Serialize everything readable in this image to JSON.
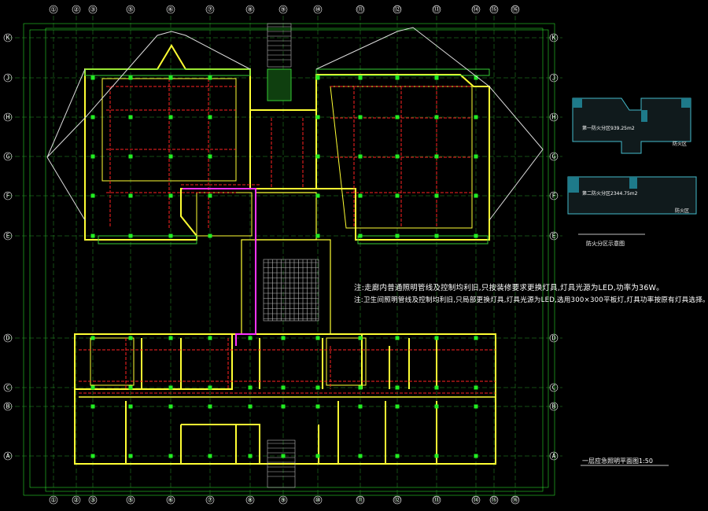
{
  "grid": {
    "columns": [
      "①",
      "②",
      "③",
      "⑤",
      "⑥",
      "⑦",
      "⑧",
      "⑨",
      "⑩",
      "⑪",
      "⑫",
      "⑬",
      "⑭",
      "⑮",
      "⑯"
    ],
    "rows": [
      "K",
      "J",
      "H",
      "G",
      "F",
      "E",
      "D",
      "C",
      "B",
      "A"
    ]
  },
  "notes": {
    "line1": "注:走廊内普通照明管线及控制均利旧,只按装修要求更换灯具,灯具光源为LED,功率为36W。",
    "line2": "注:卫生间照明管线及控制均利旧,只局部更换灯具,灯具光源为LED,选用300×300平板灯,灯具功率按原有灯具选择。"
  },
  "key_plan": {
    "label_area_1": "第一防火分区939.25m2",
    "label_area_2": "第二防火分区2344.75m2",
    "tag_1": "防火区",
    "tag_2": "防火区",
    "caption": "防火分区示意图"
  },
  "drawing_title": "一层应急照明平面图1:50",
  "colors": {
    "wall": "#ffff33",
    "circuit": "#ff2222",
    "grid": "#33ff33",
    "riser": "#ff33ff",
    "fixture": "#22ee22",
    "keyplan_outline": "#44bbcc",
    "keyplan_fill": "#1e7a8a",
    "background": "#000000"
  }
}
